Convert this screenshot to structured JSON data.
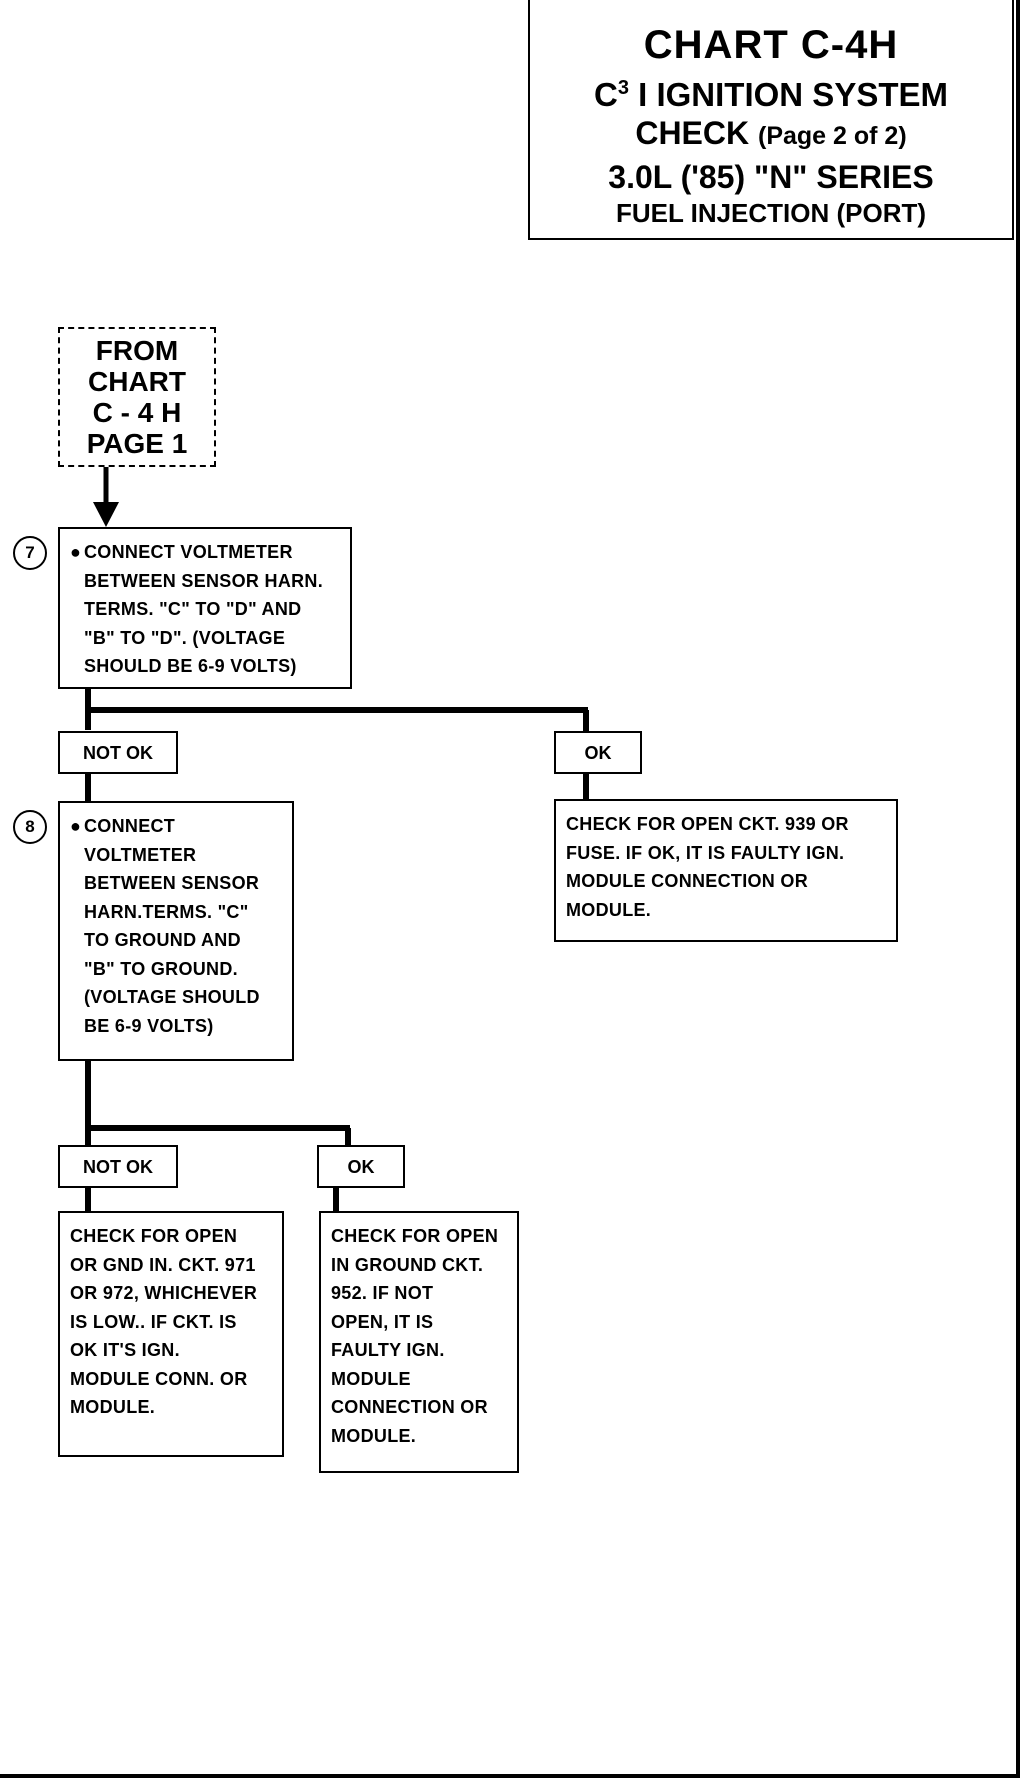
{
  "header": {
    "title": "CHART  C-4H",
    "system_prefix": "C",
    "system_superscript": "3",
    "system_rest": " I  IGNITION SYSTEM",
    "check_label": "CHECK",
    "page_note": "(Page 2 of 2)",
    "engine": "3.0L ('85) \"N\" SERIES",
    "fuel": "FUEL INJECTION (PORT)"
  },
  "entry": {
    "lines": [
      "FROM",
      "CHART",
      "C - 4 H",
      "PAGE 1"
    ]
  },
  "step7": {
    "number": "7",
    "bullet": "●",
    "lines": [
      "CONNECT VOLTMETER",
      "BETWEEN SENSOR HARN.",
      "TERMS. \"C\" TO \"D\" AND",
      "\"B\" TO \"D\".  (VOLTAGE",
      "SHOULD BE 6-9 VOLTS)"
    ]
  },
  "step7_not_ok": "NOT OK",
  "step7_ok": "OK",
  "step7_ok_result": {
    "lines": [
      "CHECK FOR OPEN CKT. 939 OR",
      "FUSE.  IF OK, IT IS FAULTY IGN.",
      "MODULE CONNECTION OR",
      "MODULE."
    ]
  },
  "step8": {
    "number": "8",
    "bullet": "●",
    "lines": [
      "CONNECT",
      "VOLTMETER",
      "BETWEEN  SENSOR",
      "HARN.TERMS. \"C\"",
      "TO GROUND AND",
      "\"B\" TO GROUND.",
      "(VOLTAGE SHOULD",
      "BE 6-9 VOLTS)"
    ]
  },
  "step8_not_ok": "NOT OK",
  "step8_ok": "OK",
  "step8_not_ok_result": {
    "lines": [
      "CHECK FOR OPEN",
      "OR GND IN. CKT. 971",
      "OR 972, WHICHEVER",
      "IS LOW..  IF CKT. IS",
      "OK IT'S IGN.",
      "MODULE CONN. OR",
      "MODULE."
    ]
  },
  "step8_ok_result": {
    "lines": [
      "CHECK FOR OPEN",
      "IN GROUND CKT.",
      "952.  IF NOT",
      "OPEN, IT IS",
      "FAULTY IGN.",
      "MODULE",
      "CONNECTION OR",
      "MODULE."
    ]
  }
}
